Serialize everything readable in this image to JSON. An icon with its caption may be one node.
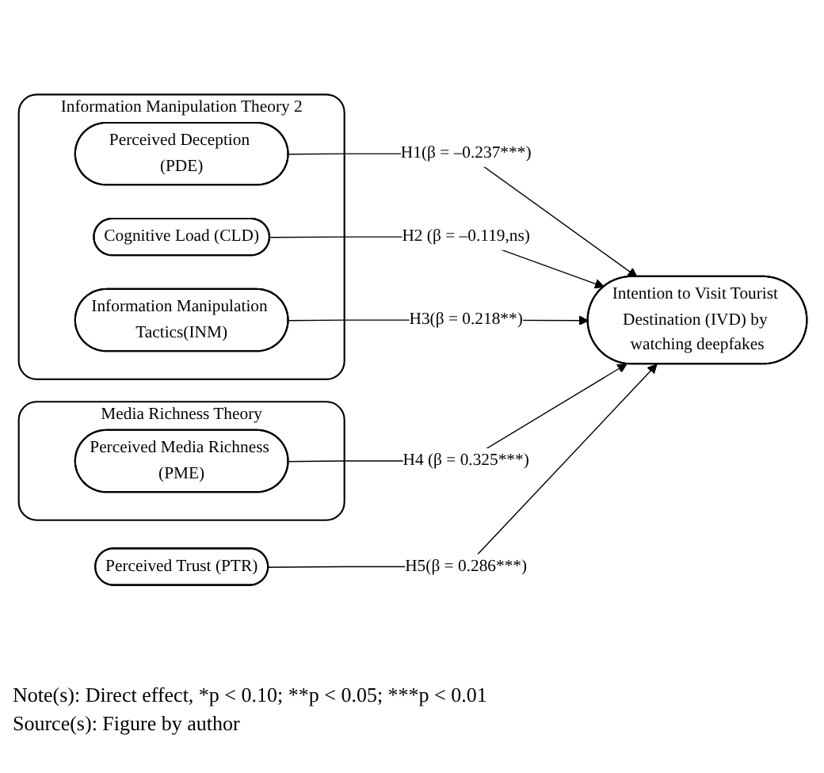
{
  "diagram": {
    "caption": "Note(s): Direct effect, *p < 0.10; **p < 0.05; ***p < 0.01",
    "nodes": [
      {
        "text": [
          "Information Manipulation Theory 2"
        ]
      },
      {
        "text": [
          "Perceived Deception (PDE)"
        ],
        "in": 0
      },
      {
        "text": [
          "Cognitive Load (CLD)"
        ],
        "in": 0
      },
      {
        "text": [
          "Information Manipulation Tactics(INM)"
        ],
        "in": 0
      },
      {
        "text": [
          "Intention to Visit Tourist Destination (IVD) by watching deepfakes"
        ]
      },
      {
        "text": [
          "Media Richness Theory"
        ]
      },
      {
        "text": [
          "Perceived Media Richness (PME)"
        ],
        "in": 5
      },
      {
        "text": [
          "Perceived Trust (PTR)"
        ]
      }
    ],
    "edges": [
      {
        "from": 1,
        "to": 4,
        "arrow": "to",
        "label": "H1(β = –0.237***)"
      },
      {
        "from": 2,
        "to": 4,
        "arrow": "to",
        "label": "H2 (β = –0.119,ns)"
      },
      {
        "from": 3,
        "to": 4,
        "arrow": "to",
        "label": "H3(β = 0.218**)"
      },
      {
        "from": 6,
        "to": 4,
        "arrow": "to",
        "label": "H4 (β = 0.325***)"
      },
      {
        "from": 7,
        "to": 4,
        "arrow": "to",
        "label": "H5(β = 0.286***)"
      }
    ],
    "labels": [
      "Source(s): Figure by author"
    ]
  }
}
